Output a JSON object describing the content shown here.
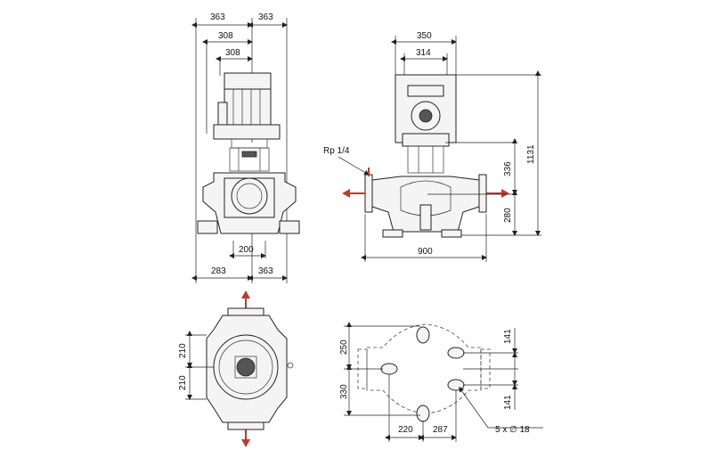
{
  "dimensions": {
    "front": {
      "top_left": "363",
      "top_right": "363",
      "motor_offset_outer": "308",
      "motor_offset_inner": "308",
      "flange_to_base": "200",
      "bottom_left": "283",
      "bottom_right": "363"
    },
    "side": {
      "motor_width_outer": "350",
      "motor_width_inner": "314",
      "vent_label": "Rp 1/4",
      "total_height": "1131",
      "motor_height": "336",
      "shaft_height": "280",
      "flange_length": "900"
    },
    "plan": {
      "half_width_top": "210",
      "half_width_bottom": "210"
    },
    "base": {
      "left_top": "250",
      "left_bottom": "330",
      "right_top": "141",
      "right_bottom": "141",
      "bottom_left": "220",
      "bottom_right": "287",
      "holes": "5 x ∅ 18"
    }
  }
}
